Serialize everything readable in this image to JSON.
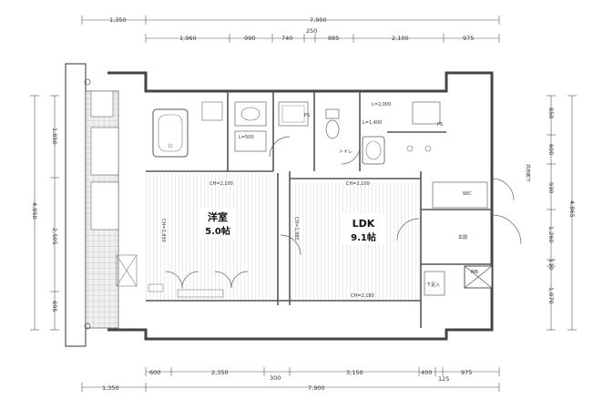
{
  "colors": {
    "wall": "#555555",
    "line": "#333333",
    "paper": "#ffffff",
    "floor": "#cccccc",
    "tile": "#dddddd"
  },
  "top_dims": {
    "left_offset": "1,350",
    "total": "7,900",
    "d1": "1,960",
    "d2": "990",
    "d3": "740",
    "d4": "250",
    "d5": "885",
    "d6": "2,100",
    "d7": "975"
  },
  "bottom_dims": {
    "left_offset": "1,350",
    "total": "7,900",
    "d1": "600",
    "d2": "2,350",
    "d3": "300",
    "d4": "3,150",
    "d5": "400",
    "d6": "125",
    "d7": "975"
  },
  "left_dims": {
    "total": "4,850",
    "d1": "1,850",
    "d2": "2,505",
    "d3": "695"
  },
  "right_dims": {
    "total": "4,865",
    "d1": "850",
    "d2": "600",
    "d3": "930",
    "d4": "1,260",
    "d5": "110",
    "d6": "1,070"
  },
  "rooms": {
    "western": {
      "name": "洋室",
      "size": "5.0帖"
    },
    "ldk": {
      "name": "LDK",
      "size": "9.1帖"
    }
  },
  "ceilings": {
    "ch_west": "CH=2,100",
    "ch_ldk_top": "CH=2,100",
    "ch_ldk_bottom": "CH=2,180",
    "ch_1985": "CH=1,985",
    "ch_1930": "CH=1,930"
  },
  "labels": {
    "l500": "L=500",
    "l2000": "L=2,000",
    "l1400": "L=1,400",
    "ps1": "PS",
    "ps2": "PS",
    "toilet": "トイレ",
    "mb": "MB",
    "corridor": "共用廊下",
    "entrance": "玄関",
    "shoes": "下足入",
    "wic": "WIC"
  }
}
